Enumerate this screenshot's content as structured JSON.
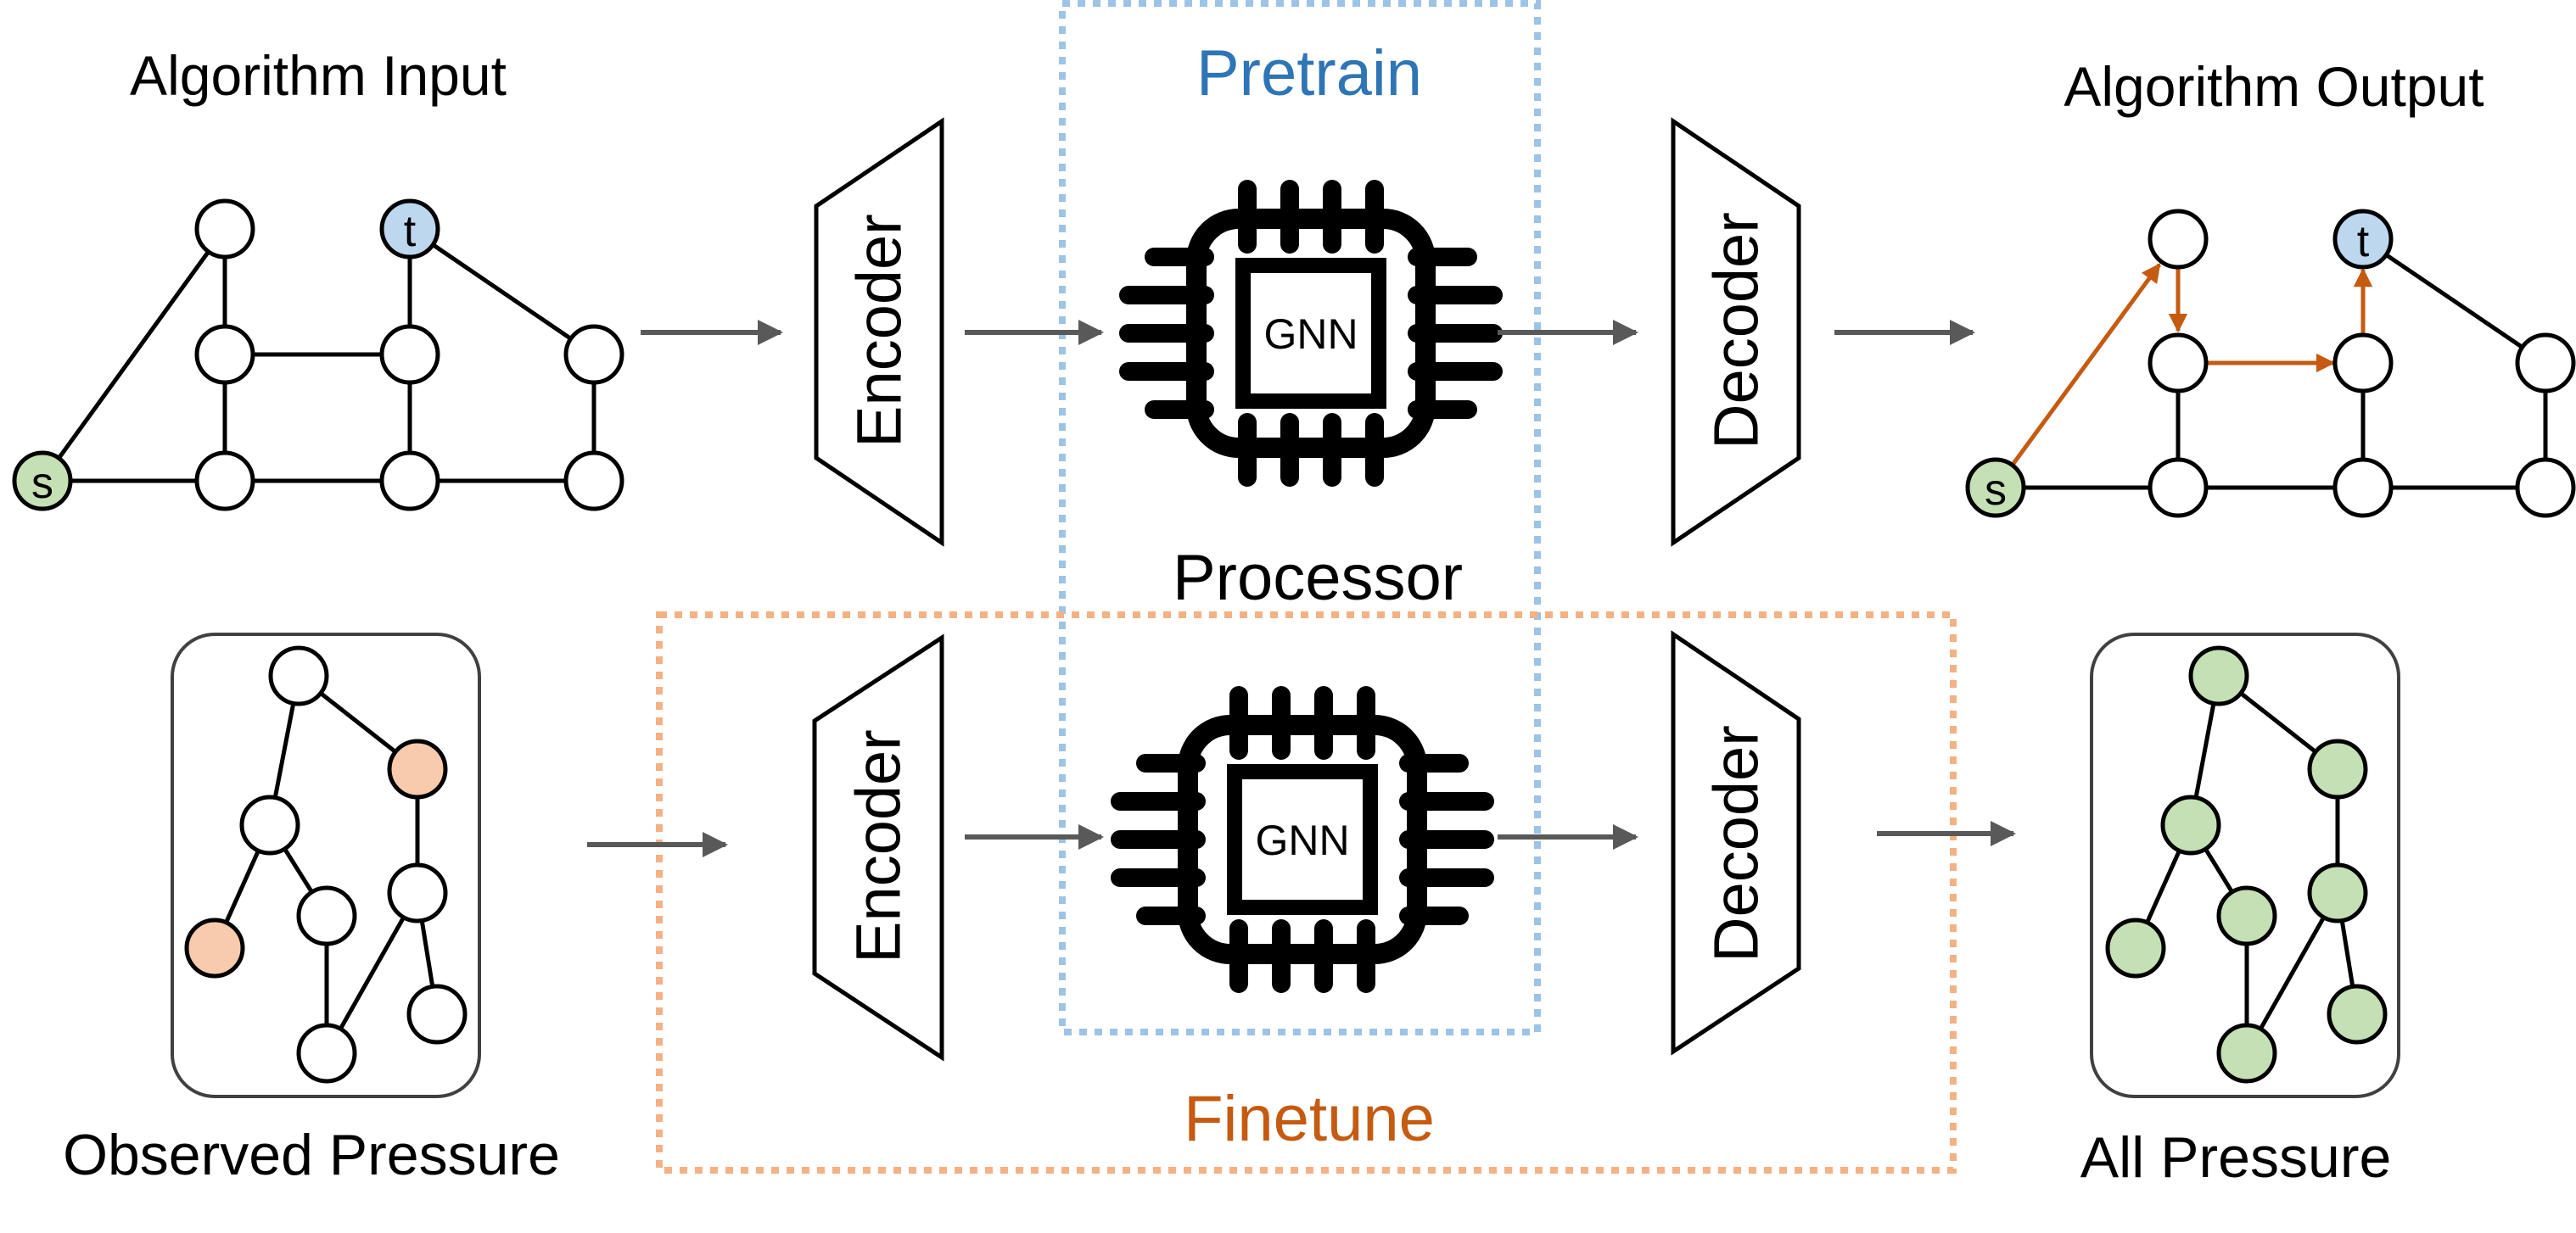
{
  "labels": {
    "algorithm_input": "Algorithm Input",
    "algorithm_output": "Algorithm Output",
    "observed_pressure": "Observed Pressure",
    "all_pressure": "All Pressure",
    "pretrain": "Pretrain",
    "finetune": "Finetune",
    "processor": "Processor",
    "encoder_top": "Encoder",
    "encoder_bottom": "Encoder",
    "decoder_top": "Decoder",
    "decoder_bottom": "Decoder",
    "gnn_top": "GNN",
    "gnn_bottom": "GNN"
  },
  "node_labels": {
    "source": "s",
    "target": "t"
  },
  "colors": {
    "pretrain_box": "#9dc3e6",
    "pretrain_text": "#2e75b6",
    "finetune_box": "#f4b183",
    "finetune_text": "#c55a11",
    "path_arrow": "#c55a11",
    "source_node": "#c5e0b4",
    "target_node": "#bdd7ee",
    "observed_node": "#f8cbad",
    "predicted_node": "#c5e0b4",
    "flow_arrow": "#595959",
    "stroke": "#000000"
  },
  "icons": [
    "chip-icon",
    "arrow-right-icon"
  ]
}
